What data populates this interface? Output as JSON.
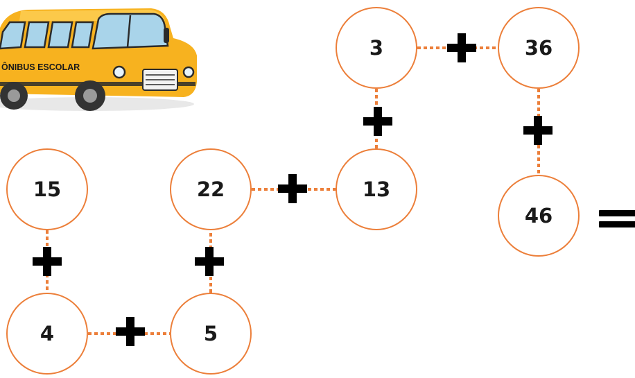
{
  "bus": {
    "label": "ÔNIBUS ESCOLAR",
    "icon": "school-bus-icon"
  },
  "nodes": [
    {
      "id": "n15",
      "value": "15"
    },
    {
      "id": "n4",
      "value": "4"
    },
    {
      "id": "n5",
      "value": "5"
    },
    {
      "id": "n22",
      "value": "22"
    },
    {
      "id": "n13",
      "value": "13"
    },
    {
      "id": "n3",
      "value": "3"
    },
    {
      "id": "n36",
      "value": "36"
    },
    {
      "id": "n46",
      "value": "46"
    }
  ],
  "operators": {
    "plus_icon": "plus-icon",
    "equals_icon": "equals-icon"
  },
  "colors": {
    "circle_border": "#ec7f3a",
    "connector": "#ec7f3a",
    "operator": "#000000",
    "bus_body": "#f7b21f"
  }
}
